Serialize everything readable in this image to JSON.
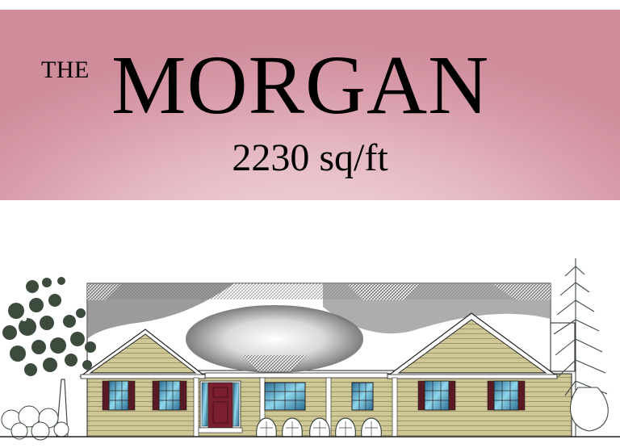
{
  "banner": {
    "prefix": "THE",
    "name": "MORGAN",
    "area": "2230 sq/ft"
  },
  "colors": {
    "banner_pink": "#d79aa8",
    "siding": "#c9c08f",
    "shutter": "#5a1a24",
    "door": "#7a1f2f",
    "glass": "#5fb7d6",
    "foliage": "#3d4a3e"
  },
  "illustration": {
    "subject": "house-front-elevation"
  }
}
